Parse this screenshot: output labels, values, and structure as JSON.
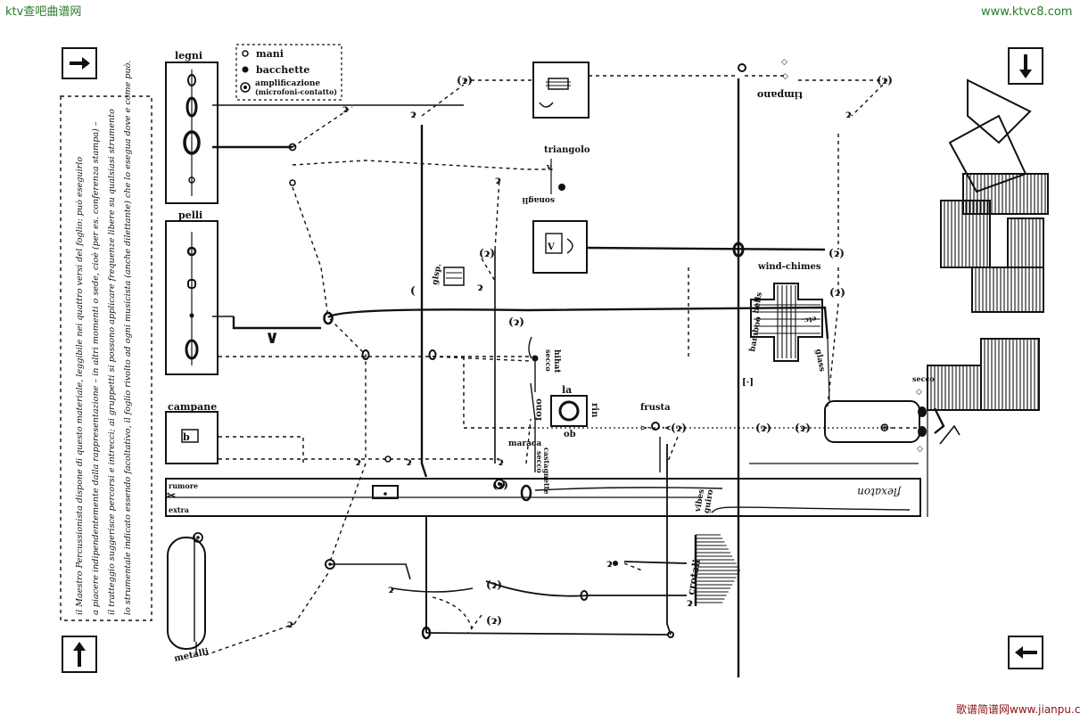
{
  "watermarks": {
    "left": "ktv查吧曲谱网",
    "right": "www.ktvc8.com",
    "bottom_left": "歌谱简谱网",
    "bottom_right": "www.jianpu.cn"
  },
  "legend": {
    "mani": "mani",
    "bacchette": "bacchette",
    "amplificazione": "amplificazione",
    "microfoni": "(microfoni-contatto)"
  },
  "instruments": {
    "legni": "legni",
    "pelli": "pelli",
    "campane": "campane",
    "metalli": "metalli",
    "triangolo": "triangolo",
    "timpano": "timpano",
    "wind_chimes": "wind-chimes",
    "glass": "glass",
    "bells": "bells",
    "bamboo": "bamboo",
    "etc": "etc.",
    "frusta": "frusta",
    "maraca": "maraca",
    "castagnette": "castagnette",
    "secco": "secco",
    "hihat": "hihat",
    "hihat_secco": "secco",
    "tam_la": "la",
    "tam_fono": "fono",
    "tam_rin": "rin",
    "tam_ob": "ob",
    "crotali": "crotali",
    "guiro": "guiro",
    "vibes": "vibes",
    "flexaton": "flexaton",
    "rumore": "rumore",
    "extra": "extra",
    "sonagli": "sonagli",
    "glsp": "glsp.",
    "secco_right": "secco"
  },
  "instructions": {
    "line1": "il Maestro Percussionista dispone di questo materiale, leggibile nei quattro versi del foglio: può eseguirlo",
    "line2": "a piacere indipendentemente dalla rappresentazione – in altri momenti o sede, cioè (per es. conferenza stampa) –",
    "line3": "il tratteggio suggerisce percorsi e intrecci; ai gruppetti si possono applicare frequenze libere su qualsiasi strumento",
    "line4": "lo strumentale indicato essendo facoltativo, il foglio rivolto ad ogni musicista (anche dilettante) che lo esegua dove e come può."
  },
  "arrows": {
    "top_left": "right-arrow-icon",
    "top_right": "down-arrow-icon",
    "bottom_left": "up-arrow-icon",
    "bottom_right": "left-arrow-icon"
  },
  "colors": {
    "ink": "#111111",
    "paper": "#ffffff",
    "watermark_green": "#2a7a2a",
    "watermark_red": "#8a1010"
  }
}
